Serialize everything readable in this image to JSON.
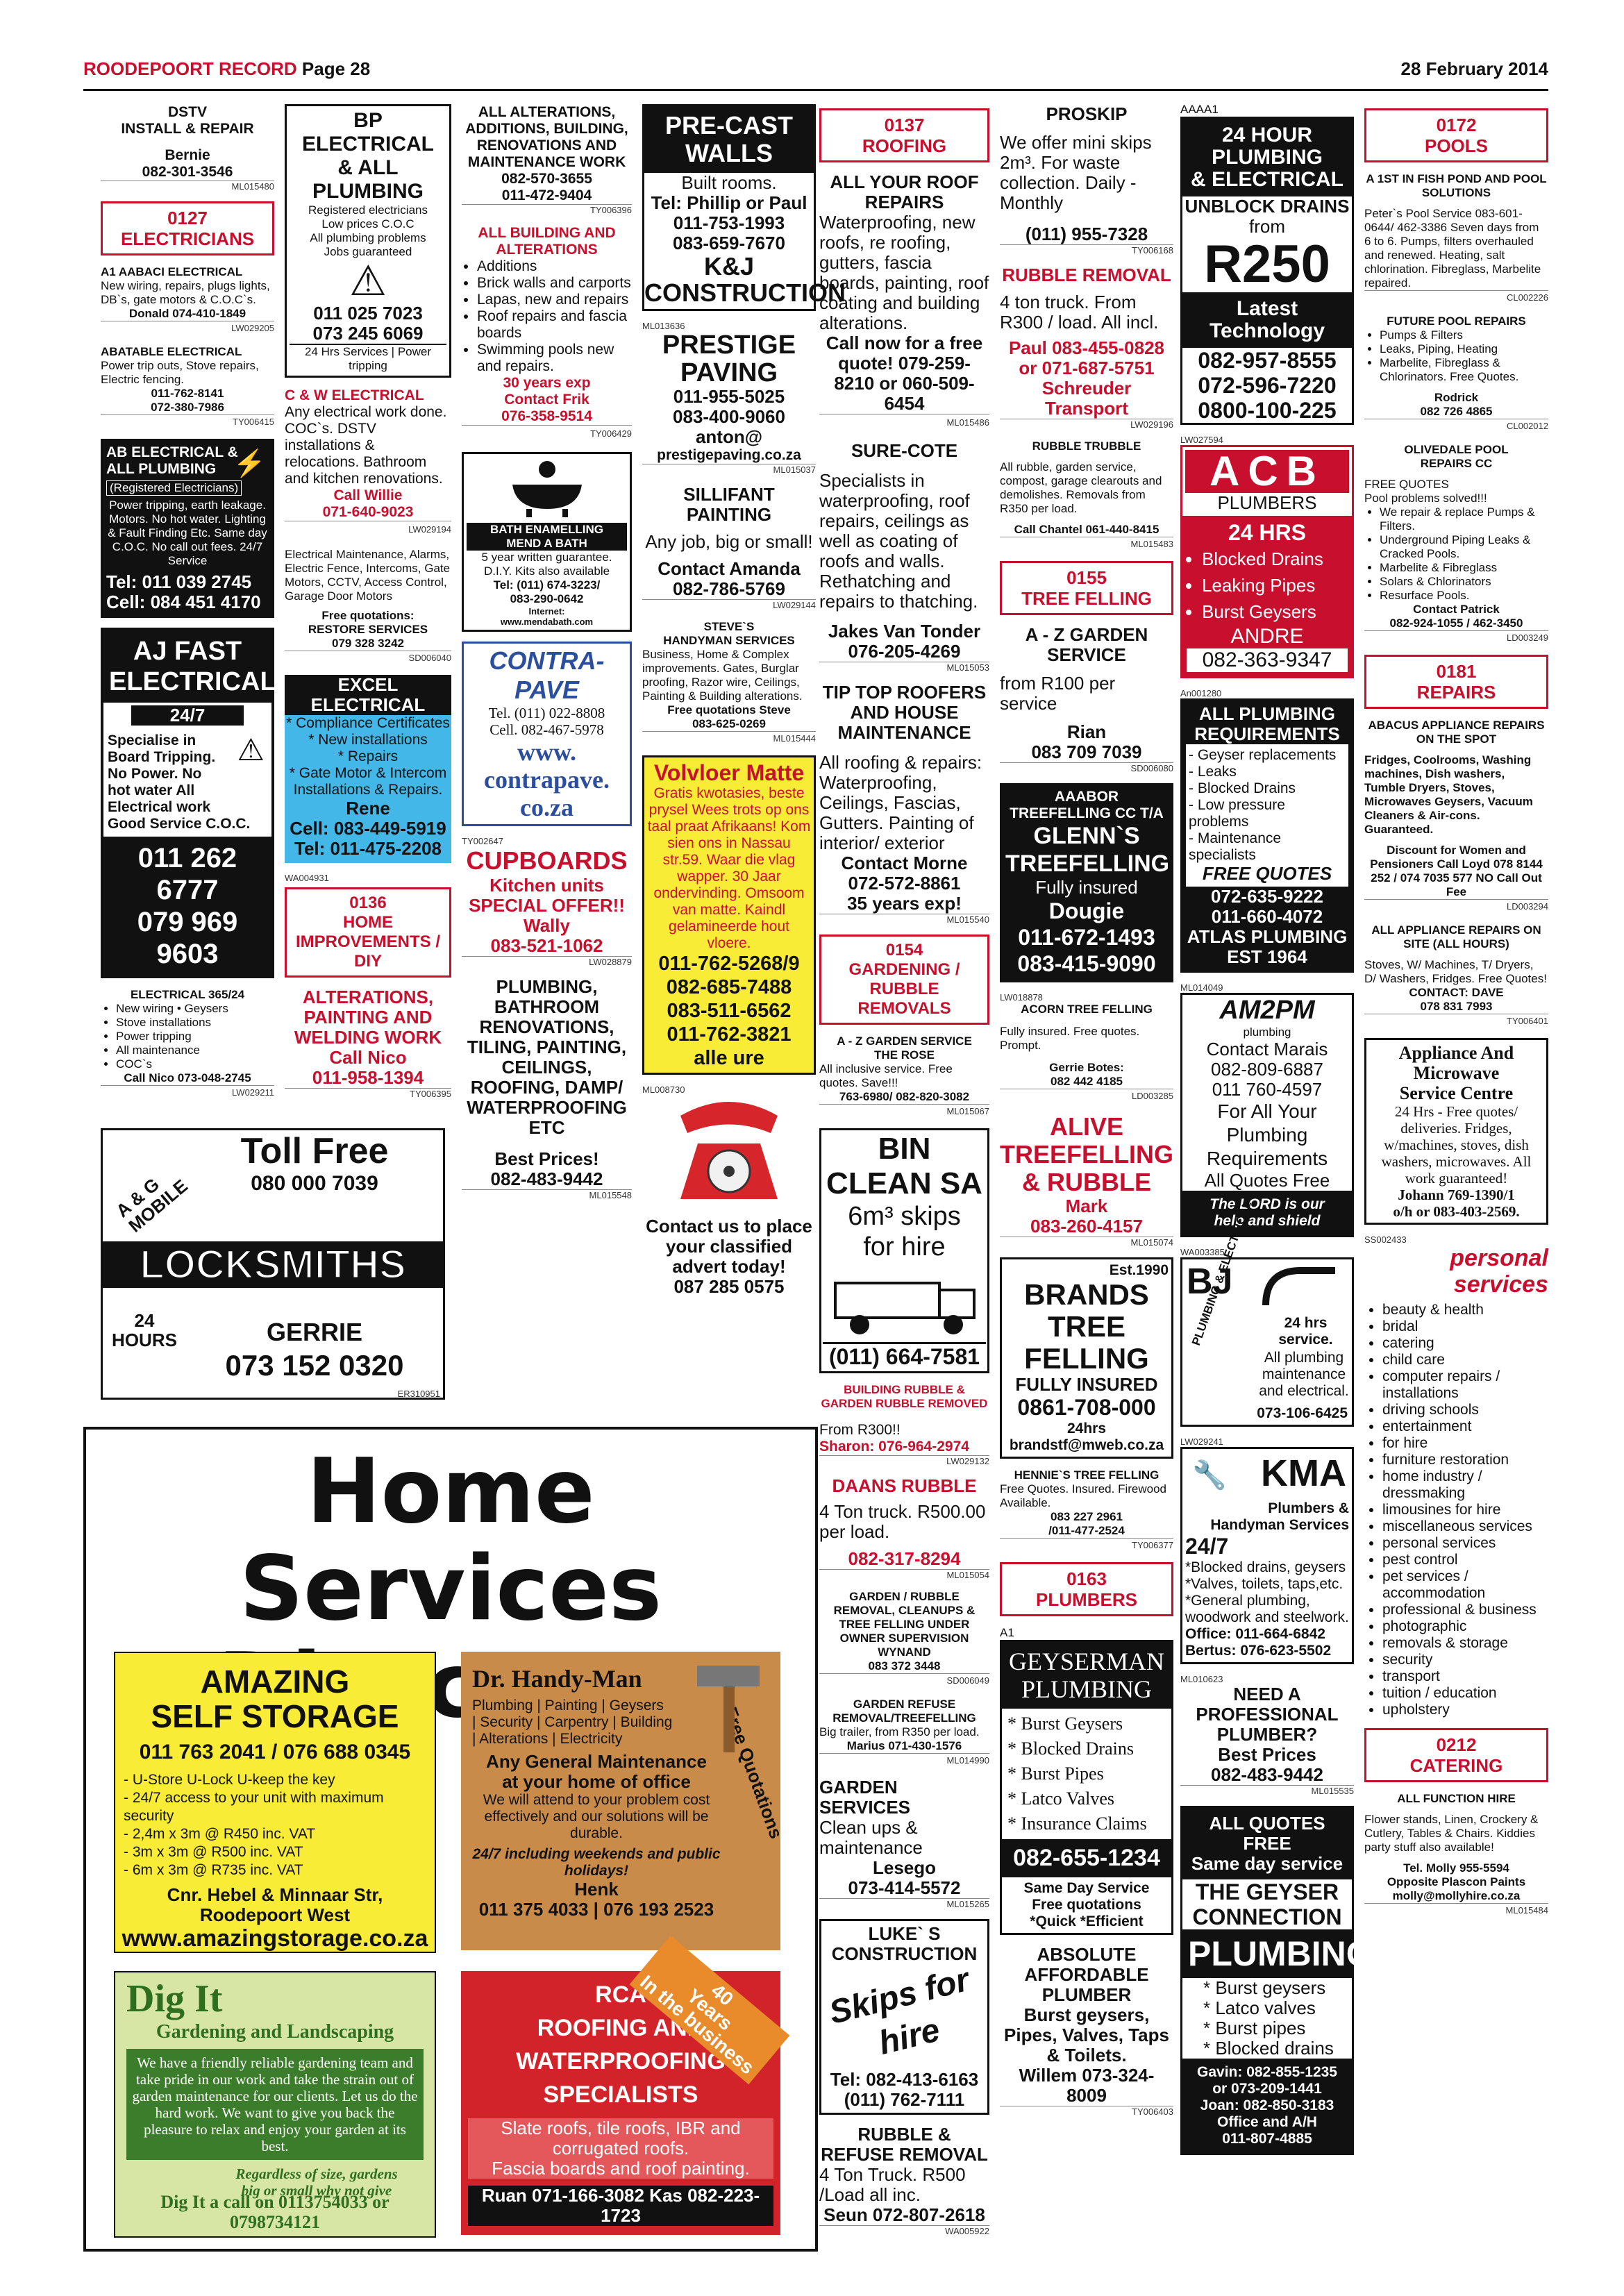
{
  "page": {
    "publication": "ROODEPOORT RECORD",
    "page_label": "Page 28",
    "date": "28 February 2014"
  },
  "col1": {
    "dstv_title": "DSTV\nINSTALL & REPAIR",
    "dstv_name": "Bernie",
    "dstv_phone": "082-301-3546",
    "dstv_ref": "ML015480",
    "cat_electricians": "0127\nELECTRICIANS",
    "a1_title": "A1 AABACI ELECTRICAL",
    "a1_text": "New wiring, repairs, plugs lights, DB`s, gate motors & C.O.C`s.",
    "a1_contact": "Donald 074-410-1849",
    "a1_ref": "LW029205",
    "abatable_title": "ABATABLE ELECTRICAL",
    "abatable_text": "Power trip outs, Stove repairs, Electric fencing.",
    "abatable_phones": "011-762-8141\n072-380-7986",
    "abatable_ref": "TY006415",
    "ab_title": "AB ELECTRICAL &\nALL PLUMBING",
    "ab_sub": "(Registered Electricians)",
    "ab_text": "Power tripping, earth leakage. Motors. No hot water. Lighting & Fault Finding Etc. Same day C.O.C. No call out fees. 24/7 Service",
    "ab_phones": "Tel: 011 039 2745\nCell: 084 451 4170",
    "aj_title": "AJ FAST\nELECTRICAL",
    "aj_247": "24/7",
    "aj_text": "Specialise in Board Tripping. No Power. No hot water All Electrical work",
    "aj_good": "Good Service      C.O.C.",
    "aj_phones": "011 262 6777\n079 969 9603",
    "e365_title": "ELECTRICAL 365/24",
    "e365_items": [
      "New wiring • Geysers",
      "Stove installations",
      "Power tripping",
      "All maintenance",
      "COC`s"
    ],
    "e365_contact": "Call Nico 073-048-2745",
    "e365_ref": "LW029211"
  },
  "col2": {
    "bp_title": "BP ELECTRICAL\n& ALL PLUMBING",
    "bp_text": "Registered electricians\nLow prices C.O.C\nAll plumbing problems\nJobs guaranteed",
    "bp_phones": "011 025 7023\n073 245 6069",
    "bp_foot": "24 Hrs Services | Power tripping",
    "cw_title": "C & W ELECTRICAL",
    "cw_text": "Any electrical work done. COC`s. DSTV installations & relocations. Bathroom and kitchen renovations.",
    "cw_contact": "Call Willie\n071-640-9023",
    "cw_ref": "LW029194",
    "em_text": "Electrical Maintenance, Alarms, Electric Fence, Intercoms, Gate Motors, CCTV, Access Control, Garage Door Motors",
    "em_free": "Free quotations:",
    "em_name": "RESTORE SERVICES",
    "em_phone": "079 328 3242",
    "em_ref": "SD006040",
    "excel_title": "EXCEL ELECTRICAL",
    "excel_items": [
      "* Compliance Certificates",
      "* New installations",
      "* Repairs",
      "* Gate Motor & Intercom Installations & Repairs."
    ],
    "excel_name": "Rene",
    "excel_phones": "Cell: 083-449-5919\nTel: 011-475-2208",
    "excel_ref": "WA004931",
    "cat_home": "0136\nHOME\nIMPROVEMENTS / DIY",
    "apw_title": "ALTERATIONS,\nPAINTING AND\nWELDING WORK",
    "apw_contact": "Call Nico\n011-958-1394",
    "apw_ref": "TY006395"
  },
  "col3": {
    "alt_title": "ALL ALTERATIONS, ADDITIONS, BUILDING, RENOVATIONS AND MAINTENANCE WORK",
    "alt_phones": "082-570-3655\n011-472-9404",
    "alt_ref": "TY006396",
    "abaa_title": "ALL BUILDING AND ALTERATIONS",
    "abaa_items": [
      "Additions",
      "Brick walls and carports",
      "Lapas, new and repairs",
      "Roof repairs and fascia boards",
      "Swimming pools new and repairs."
    ],
    "abaa_exp": "30 years exp\nContact Frik\n076-358-9514",
    "abaa_ref": "TY006429",
    "bath_title": "BATH ENAMELLING\nMEND A BATH",
    "bath_text": "5 year written guarantee. D.I.Y. Kits also available",
    "bath_tel": "Tel: (011) 674-3223/\n083-290-0642",
    "bath_web": "Internet:\nwww.mendabath.com",
    "contra_logo": "CONTRA-PAVE",
    "contra_tel": "Tel. (011) 022-8808\nCell. 082-467-5978",
    "contra_web": "www.\ncontrapave.\nco.za",
    "contra_ref": "TY002647",
    "cup_title": "CUPBOARDS",
    "cup_sub": "Kitchen units\nSPECIAL OFFER!!",
    "cup_contact": "Wally\n083-521-1062",
    "cup_ref": "LW028879",
    "plumb_title": "PLUMBING, BATHROOM RENOVATIONS, TILING, PAINTING, CEILINGS, ROOFING, DAMP/ WATERPROOFING ETC",
    "plumb_best": "Best Prices!",
    "plumb_phone": "082-483-9442",
    "plumb_ref": "ML015548"
  },
  "col4": {
    "pc_title": "PRE-CAST\nWALLS",
    "pc_sub": "Built rooms.",
    "pc_tel": "Tel: Phillip or Paul",
    "pc_phones": "011-753-1993\n083-659-7670",
    "pc_kj": "K&J\nCONSTRUCTION",
    "pc_ref": "ML013636",
    "pp_title": "PRESTIGE\nPAVING",
    "pp_phones": "011-955-5025\n083-400-9060\nanton@",
    "pp_web": "prestigepaving.co.za",
    "pp_ref": "ML015037",
    "sill_title": "SILLIFANT\nPAINTING",
    "sill_text": "Any job, big or small!",
    "sill_contact": "Contact Amanda\n082-786-5769",
    "sill_ref": "LW029144",
    "steve_title": "STEVE`S\nHANDYMAN SERVICES",
    "steve_text": "Business, Home & Complex improvements. Gates, Burglar proofing, Razor wire, Ceilings, Painting & Building alterations.",
    "steve_free": "Free quotations Steve\n083-625-0269",
    "steve_ref": "ML015444",
    "vol_title": "Volvloer Matte",
    "vol_text": "Gratis kwotasies, beste prysel Wees trots op ons taal praat Afrikaans! Kom sien ons in Nassau str.59. Waar die vlag wapper. 30 Jaar ondervinding. Omsoom van matte. Kaindl gelamineerde hout vloere.",
    "vol_phones": "011-762-5268/9\n082-685-7488\n083-511-6562\n011-762-3821",
    "vol_foot": "alle ure",
    "vol_ref": "ML008730",
    "phone_ad_text": "Contact us to place your classified advert today!",
    "phone_ad_phone": "087 285 0575"
  },
  "col5": {
    "cat_roofing": "0137\nROOFING",
    "ayr_title": "ALL YOUR ROOF REPAIRS",
    "ayr_text": "Waterproofing, new roofs, re roofing, gutters, fascia boards, painting, roof coating and building alterations.",
    "ayr_call": "Call now for a free quote! 079-259-8210 or 060-509-6454",
    "ayr_ref": "ML015486",
    "sure_title": "SURE-COTE",
    "sure_text": "Specialists in waterproofing, roof repairs, ceilings as well as coating of roofs and walls. Rethatching and repairs to thatching.",
    "sure_contact": "Jakes Van Tonder\n076-205-4269",
    "sure_ref": "ML015053",
    "tip_title": "TIP TOP ROOFERS AND HOUSE MAINTENANCE",
    "tip_text": "All roofing & repairs: Waterproofing, Ceilings, Fascias, Gutters. Painting of interior/ exterior",
    "tip_contact": "Contact Morne\n072-572-8861\n35 years exp!",
    "tip_ref": "ML015540",
    "cat_garden": "0154\nGARDENING /\nRUBBLE REMOVALS",
    "az_title": "A - Z GARDEN SERVICE\nTHE ROSE",
    "az_text": "All inclusive service. Free quotes. Save!!!",
    "az_phones": "763-6980/ 082-820-3082",
    "az_ref": "ML015067",
    "bin_title": "BIN\nCLEAN SA",
    "bin_sub": "6m³ skips\nfor hire",
    "bin_phone": "(011) 664-7581",
    "brg_title": "BUILDING RUBBLE & GARDEN RUBBLE REMOVED",
    "brg_from": "From R300!!",
    "brg_contact": "Sharon: 076-964-2974",
    "brg_ref": "LW029132",
    "daans_title": "DAANS RUBBLE",
    "daans_text": "4 Ton truck. R500.00 per load.",
    "daans_phone": "082-317-8294",
    "daans_ref": "ML015054",
    "grc_title": "GARDEN / RUBBLE REMOVAL, CLEANUPS & TREE FELLING UNDER OWNER SUPERVISION WYNAND",
    "grc_phone": "083 372 3448",
    "grc_ref": "SD006049",
    "grt_title": "GARDEN REFUSE REMOVAL/TREEFELLING",
    "grt_text": "Big trailer, from R350 per load.",
    "grt_contact": "Marius 071-430-1576",
    "grt_ref": "ML014990",
    "gs_title": "GARDEN SERVICES",
    "gs_text": "Clean ups & maintenance",
    "gs_contact": "Lesego\n073-414-5572",
    "gs_ref": "ML015265",
    "luke_title": "LUKE` S\nCONSTRUCTION",
    "luke_skips": "Skips for hire",
    "luke_phones": "Tel: 082-413-6163\n(011) 762-7111",
    "rr_title": "RUBBLE & REFUSE REMOVAL",
    "rr_text": "4 Ton Truck. R500 /Load all inc.",
    "rr_contact": "Seun 072-807-2618",
    "rr_ref": "WA005922"
  },
  "col6": {
    "proskip_title": "PROSKIP",
    "proskip_text": "We offer mini skips 2m³. For waste collection. Daily - Monthly",
    "proskip_phone": "(011) 955-7328",
    "proskip_ref": "TY006168",
    "rubble_title": "RUBBLE REMOVAL",
    "rubble_text": "4 ton truck. From R300 / load. All incl.",
    "rubble_contact": "Paul 083-455-0828\nor 071-687-5751\nSchreuder\nTransport",
    "rubble_ref": "LW029196",
    "rt_title": "RUBBLE TRUBBLE",
    "rt_text": "All rubble, garden service, compost, garage clearouts and demolishes. Removals from R350 per load.",
    "rt_contact": "Call Chantel 061-440-8415",
    "rt_ref": "ML015483",
    "cat_tree": "0155\nTREE FELLING",
    "aztf_title": "A - Z GARDEN\nSERVICE",
    "aztf_text": "from R100 per service",
    "aztf_contact": "Rian\n083 709 7039",
    "aztf_ref": "SD006080",
    "aabor_title": "AAABOR\nTREEFELLING CC T/A",
    "aabor_name": "GLENN`S\nTREEFELLING",
    "aabor_ins": "Fully insured",
    "aabor_contact": "Dougie",
    "aabor_phones": "011-672-1493\n083-415-9090",
    "aabor_ref": "LW018878",
    "acorn_title": "ACORN TREE FELLING",
    "acorn_text": "Fully insured. Free quotes. Prompt.",
    "acorn_contact": "Gerrie Botes:\n082 442 4185",
    "acorn_ref": "LD003285",
    "alive_title": "ALIVE\nTREEFELLING\n& RUBBLE",
    "alive_contact": "Mark\n083-260-4157",
    "alive_ref": "ML015074",
    "brands_est": "Est.1990",
    "brands_title": "BRANDS\nTREE\nFELLING",
    "brands_ins": "FULLY INSURED",
    "brands_phone": "0861-708-000",
    "brands_hrs": "24hrs",
    "brands_email": "brandstf@mweb.co.za",
    "hennie_title": "HENNIE`S TREE FELLING",
    "hennie_text": "Free Quotes. Insured. Firewood Available.",
    "hennie_phones": "083 227 2961\n/011-477-2524",
    "hennie_ref": "TY006377",
    "cat_plumbers": "0163\nPLUMBERS",
    "geyser_a1": "A1",
    "geyser_title": "GEYSERMAN\nPLUMBING",
    "geyser_items": [
      "* Burst Geysers",
      "* Blocked Drains",
      "* Burst Pipes",
      "* Latco Valves",
      "* Insurance Claims"
    ],
    "geyser_phone": "082-655-1234",
    "geyser_foot": "Same Day Service\nFree quotations\n*Quick *Efficient",
    "aap_title": "ABSOLUTE AFFORDABLE PLUMBER",
    "aap_text": "Burst geysers, Pipes, Valves, Taps & Toilets.",
    "aap_contact": "Willem 073-324-8009",
    "aap_ref": "TY006403"
  },
  "col7": {
    "aaaa_tag": "AAAA1",
    "h24_title": "24 HOUR\nPLUMBING\n& ELECTRICAL",
    "h24_unblock": "UNBLOCK DRAINS",
    "h24_from": "from",
    "h24_price": "R250",
    "h24_tech": "Latest Technology",
    "h24_phones": "082-957-8555\n072-596-7220\n0800-100-225",
    "h24_ref": "LW027594",
    "acb_logo": "ACB",
    "acb_sub": "PLUMBERS",
    "acb_24": "24 HRS",
    "acb_items": [
      "Blocked Drains",
      "Leaking Pipes",
      "Burst Geysers"
    ],
    "acb_name": "ANDRE",
    "acb_phone": "082-363-9347",
    "acb_ref": "An001280",
    "apr_title": "ALL PLUMBING\nREQUIREMENTS",
    "apr_items": [
      "- Geyser replacements",
      "- Leaks",
      "- Blocked Drains",
      "- Low pressure problems",
      "- Maintenance specialists"
    ],
    "apr_free": "FREE QUOTES",
    "apr_phones": "072-635-9222\n011-660-4072",
    "apr_name": "ATLAS PLUMBING\nEST 1964",
    "apr_ref": "ML014049",
    "am2pm_logo": "AM2PM",
    "am2pm_sub": "plumbing",
    "am2pm_contact": "Contact Marais",
    "am2pm_phones": "082-809-6887\n011 760-4597",
    "am2pm_text": "For All Your\nPlumbing\nRequirements",
    "am2pm_quotes": "All Quotes Free",
    "am2pm_foot": "The LORD is our\nhelp and shield",
    "am2pm_ref": "WA003385",
    "bj_logo": "BJ",
    "bj_arc": "PLUMBING & ELECTRICAL",
    "bj_hrs": "24 hrs\nservice.",
    "bj_text": "All plumbing maintenance and electrical.",
    "bj_phone": "073-106-6425",
    "bj_ref": "LW029241",
    "kma_logo": "KMA",
    "kma_sub": "Plumbers &\nHandyman Services",
    "kma_247": "24/7",
    "kma_items": [
      "*Blocked drains, geysers",
      "*Valves, toilets, taps,etc.",
      "*General plumbing, woodwork and steelwork."
    ],
    "kma_phones": "Office: 011-664-6842\nBertus: 076-623-5502",
    "kma_ref": "ML010623",
    "need_title": "NEED A PROFESSIONAL PLUMBER?",
    "need_best": "Best Prices",
    "need_phone": "082-483-9442",
    "need_ref": "ML015535",
    "gc_top": "ALL QUOTES FREE\nSame day service",
    "gc_title": "THE GEYSER\nCONNECTION",
    "gc_big": "PLUMBING",
    "gc_items": [
      "* Burst geysers",
      "* Latco valves",
      "* Burst pipes",
      "* Blocked drains"
    ],
    "gc_phones": "Gavin: 082-855-1235\nor  073-209-1441\nJoan: 082-850-3183\nOffice and A/H\n011-807-4885"
  },
  "col8": {
    "cat_pools": "0172\nPOOLS",
    "a1fish_title": "A 1ST IN FISH POND AND POOL SOLUTIONS",
    "a1fish_text": "Peter`s Pool Service 083-601-0644/ 462-3386 Seven days from 6 to 6. Pumps, filters overhauled and renewed. Heating, salt chlorination. Fibreglass, Marbelite repaired.",
    "a1fish_ref": "CL002226",
    "fpr_title": "FUTURE POOL REPAIRS",
    "fpr_items": [
      "Pumps & Filters",
      "Leaks, Piping, Heating",
      "Marbelite, Fibreglass & Chlorinators. Free Quotes."
    ],
    "fpr_contact": "Rodrick\n082 726 4865",
    "fpr_ref": "CL002012",
    "ol_title": "OLIVEDALE POOL\nREPAIRS CC",
    "ol_free": "FREE QUOTES",
    "ol_text": "Pool problems solved!!!",
    "ol_items": [
      "We repair & replace Pumps & Filters.",
      "Underground Piping Leaks & Cracked Pools.",
      "Marbelite & Fibreglass",
      "Solars & Chlorinators",
      "Resurface Pools."
    ],
    "ol_contact": "Contact Patrick\n082-924-1055 / 462-3450",
    "ol_ref": "LD003249",
    "cat_repairs": "0181\nREPAIRS",
    "abacus_title": "ABACUS APPLIANCE REPAIRS ON THE SPOT",
    "abacus_text": "Fridges, Coolrooms, Washing machines, Dish washers, Tumble Dryers, Stoves, Microwaves Geysers, Vacuum Cleaners & Air-cons. Guaranteed.",
    "abacus_disc": "Discount for Women and Pensioners Call Loyd 078 8144 252 / 074 7035 577 NO Call Out Fee",
    "abacus_ref": "LD003294",
    "aar_title": "ALL APPLIANCE REPAIRS ON SITE (ALL HOURS)",
    "aar_text": "Stoves, W/ Machines, T/ Dryers, D/ Washers, Fridges. Free Quotes!",
    "aar_contact": "CONTACT: DAVE\n078 831 7993",
    "aar_ref": "TY006401",
    "amsc_title": "Appliance And\nMicrowave\nService Centre",
    "amsc_text": "24 Hrs - Free quotes/ deliveries. Fridges, w/machines, stoves, dish washers, microwaves. All work guaranteed!",
    "amsc_contact": "Johann 769-1390/1\no/h or 083-403-2569.",
    "amsc_ref": "SS002433",
    "ps_title": "personal\nservices",
    "ps_items": [
      "beauty & health",
      "bridal",
      "catering",
      "child care",
      "computer repairs / installations",
      "driving schools",
      "entertainment",
      "for hire",
      "furniture restoration",
      "home industry / dressmaking",
      "limousines for hire",
      "miscellaneous services",
      "personal services",
      "pest control",
      "pet services / accommodation",
      "professional & business",
      "photographic",
      "removals & storage",
      "security",
      "transport",
      "tuition / education",
      "upholstery"
    ],
    "cat_catering": "0212\nCATERING",
    "afh_title": "ALL FUNCTION HIRE",
    "afh_text": "Flower stands, Linen, Crockery & Cutlery, Tables & Chairs. Kiddies party stuff also available!",
    "afh_contact": "Tel. Molly 955-5594\nOpposite Plascon Paints\nmolly@mollyhire.co.za",
    "afh_ref": "ML015484"
  },
  "locksmith": {
    "toll": "Toll Free",
    "toll_phone": "080 000 7039",
    "arc": "A & G\nMOBILE",
    "title": "LOCKSMITHS",
    "hours": "24\nHOURS",
    "name": "GERRIE",
    "phone": "073 152 0320",
    "ref": "ER310951"
  },
  "directory": {
    "title": "Home Services\nDirectory",
    "amazing_title": "AMAZING\nSELF STORAGE",
    "amazing_phones": "011 763 2041 / 076 688 0345",
    "amazing_items": [
      "- U-Store U-Lock U-keep the key",
      "- 24/7 access to your unit with maximum security",
      "- 2,4m x 3m @ R450 inc. VAT",
      "- 3m x 3m @ R500 inc. VAT",
      "- 6m x 3m @ R735 inc. VAT"
    ],
    "amazing_addr": "Cnr. Hebel & Minnaar Str, Roodepoort West",
    "amazing_web": "www.amazingstorage.co.za",
    "handy_title": "Dr. Handy-Man",
    "handy_services": "Plumbing | Painting | Geysers\n| Security | Carpentry | Building\n| Alterations | Electricity",
    "handy_main": "Any General Maintenance\nat your home of office",
    "handy_text": "We will attend to your problem cost effectively and our solutions will be durable.",
    "handy_247": "24/7 including weekends and public holidays!",
    "handy_name": "Henk",
    "handy_phones": "011 375 4033 | 076 193 2523",
    "handy_free": "Free Quotations",
    "dig_title": "Dig It",
    "dig_sub": "Gardening and Landscaping",
    "dig_text": "We have a friendly reliable gardening team and take pride in our work and take the strain out of garden maintenance for our clients. Let us do the hard work. We want to give you back the pleasure to relax and enjoy your garden at its best.",
    "dig_regard": "Regardless of size, gardens\nbig or small why not give",
    "dig_call": "Dig It a call on 0113754033 or 0798734121",
    "rca_title": "RCA\nROOFING AND\nWATERPROOFING\nSPECIALISTS",
    "rca_years": "40\nYears\nIn the business",
    "rca_text": "Slate roofs, tile roofs, IBR and corrugated roofs.\nFascia boards and roof painting.",
    "rca_phones": "Ruan 071-166-3082  Kas 082-223-1723"
  }
}
